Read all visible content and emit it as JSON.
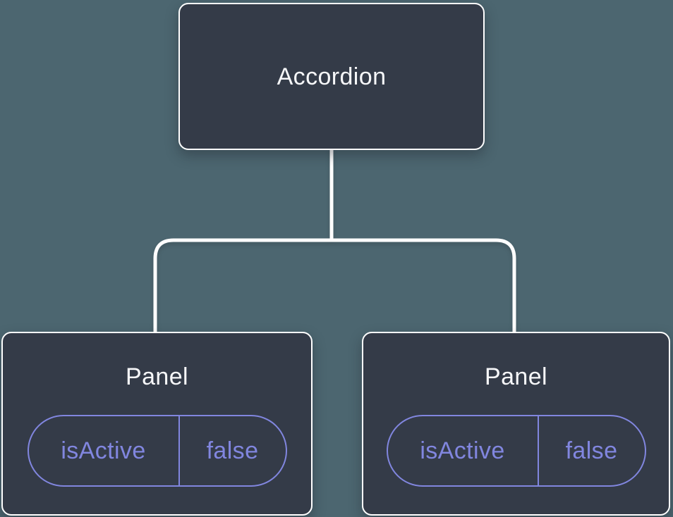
{
  "diagram": {
    "root": {
      "label": "Accordion"
    },
    "panels": [
      {
        "label": "Panel",
        "state_key": "isActive",
        "state_value": "false"
      },
      {
        "label": "Panel",
        "state_key": "isActive",
        "state_value": "false"
      }
    ],
    "colors": {
      "background": "#4c6670",
      "node_fill": "#343b48",
      "node_border": "#ffffff",
      "node_text": "#f6f7f9",
      "state_accent": "#8186df",
      "connector": "#ffffff"
    }
  }
}
